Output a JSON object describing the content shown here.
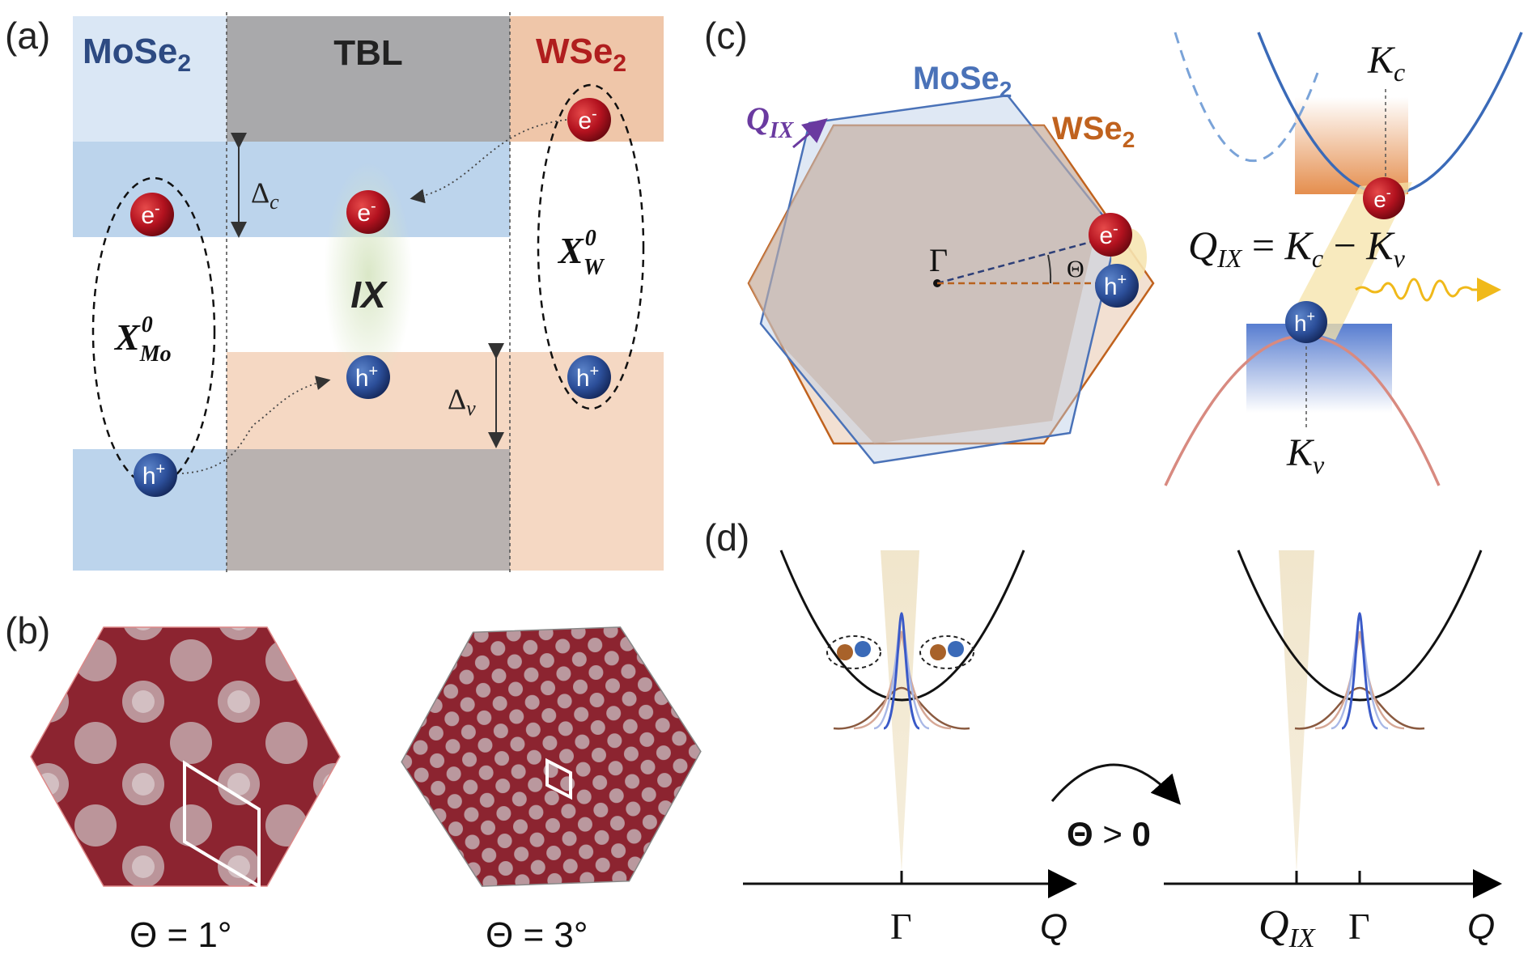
{
  "panels": {
    "a": "(a)",
    "b": "(b)",
    "c": "(c)",
    "d": "(d)"
  },
  "panel_a": {
    "col_left": {
      "main": "MoSe",
      "sub": "2"
    },
    "col_mid": "TBL",
    "col_right": {
      "main": "WSe",
      "sub": "2"
    },
    "electron": "e",
    "electron_sup": "-",
    "hole": "h",
    "hole_sup": "+",
    "delta_c": {
      "main": "Δ",
      "sub": "c"
    },
    "delta_v": {
      "main": "Δ",
      "sub": "v"
    },
    "ix": "IX",
    "x_mo": {
      "main": "X",
      "sup": "0",
      "sub": "Mo"
    },
    "x_w": {
      "main": "X",
      "sup": "0",
      "sub": "W"
    }
  },
  "panel_b": {
    "left_caption": "Θ = 1°",
    "right_caption": "Θ = 3°"
  },
  "panel_c": {
    "mose2": {
      "main": "MoSe",
      "sub": "2"
    },
    "wse2": {
      "main": "WSe",
      "sub": "2"
    },
    "q_ix": {
      "main": "Q",
      "sub": "IX"
    },
    "gamma": "Γ",
    "theta": "Θ",
    "kc": {
      "main": "K",
      "sub": "c"
    },
    "kv": {
      "main": "K",
      "sub": "v"
    },
    "equation": {
      "q": "Q",
      "q_sub": "IX",
      "eq": " = ",
      "k1": "K",
      "k1_sub": "c",
      "minus": " − ",
      "k2": "K",
      "k2_sub": "v"
    }
  },
  "panel_d": {
    "gamma": "Γ",
    "q": "Q",
    "q_ix": {
      "main": "Q",
      "sub": "IX"
    },
    "condition": {
      "theta": "Θ",
      "rel": " > ",
      "val": "0"
    }
  },
  "colors": {
    "mose2_blue": "#bcd4ec",
    "wse2_orange": "#f5d8c3",
    "tbl_gray": "#a9a9ab",
    "tbl_dark": "#b9b2b0",
    "label_blue": "#2d4a82",
    "label_red": "#b01e1e",
    "label_orange": "#c0621e",
    "label_purple": "#6a3aa0",
    "electron_red": "#b3121f",
    "hole_blue": "#2c4f9a",
    "moire_red": "#8c2430"
  }
}
